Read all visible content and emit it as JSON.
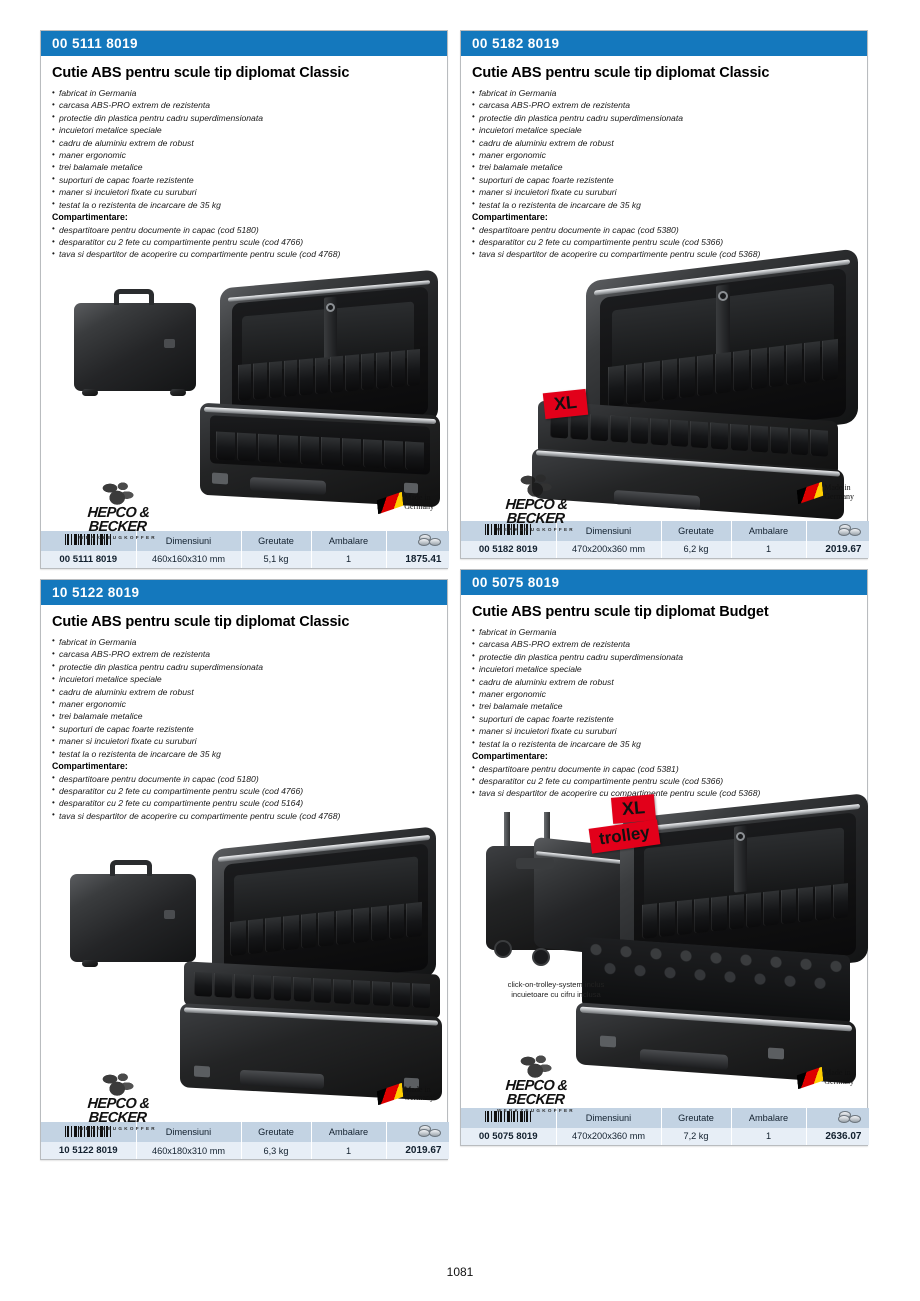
{
  "page": {
    "number": "1081"
  },
  "table_headers": {
    "code": "barcode-icon",
    "dimensions": "Dimensiuni",
    "weight": "Greutate",
    "packaging": "Ambalare",
    "price": "coins-icon"
  },
  "brand": {
    "logo_name": "HEPCO & BECKER",
    "logo_sub": "WERKZEUGKOFFER",
    "made_in_line1": "Made in",
    "made_in_line2": "Germany"
  },
  "badges": {
    "xl": "XL",
    "trolley": "trolley"
  },
  "colors": {
    "header_blue": "#1478bd",
    "table_header": "#c3d3e3",
    "table_row": "#e7eef6",
    "badge_red": "#e2001a"
  },
  "products": [
    {
      "code": "00 5111 8019",
      "title": "Cutie ABS pentru scule tip diplomat Classic",
      "features": [
        "fabricat in Germania",
        "carcasa ABS-PRO extrem de rezistenta",
        "protectie din plastica pentru cadru superdimensionata",
        "incuietori metalice speciale",
        "cadru de aluminiu extrem de robust",
        "maner ergonomic",
        "trei balamale metalice",
        "suporturi de capac foarte rezistente",
        "maner si incuietori fixate cu suruburi",
        "testat la o rezistenta de incarcare de 35 kg"
      ],
      "compartments_label": "Compartimentare:",
      "compartments": [
        "despartitoare pentru documente in capac (cod 5180)",
        "desparatitor cu 2 fete cu compartimente pentru scule (cod 4766)",
        "tava si despartitor de acoperire cu compartimente pentru scule (cod 4768)"
      ],
      "spec": {
        "code": "00 5111 8019",
        "dimensions": "460x160x310 mm",
        "weight": "5,1 kg",
        "packaging": "1",
        "price": "1875.41"
      }
    },
    {
      "code": "00 5182 8019",
      "title": "Cutie ABS pentru scule tip diplomat Classic",
      "features": [
        "fabricat in Germania",
        "carcasa ABS-PRO extrem de rezistenta",
        "protectie din plastica pentru cadru superdimensionata",
        "incuietori metalice speciale",
        "cadru de aluminiu extrem de robust",
        "maner ergonomic",
        "trei balamale metalice",
        "suporturi de capac foarte rezistente",
        "maner si incuietori fixate cu suruburi",
        "testat la o rezistenta de incarcare de 35 kg"
      ],
      "compartments_label": "Compartimentare:",
      "compartments": [
        "despartitoare pentru documente in capac (cod 5380)",
        "desparatitor cu 2 fete cu compartimente pentru scule (cod 5366)",
        "tava si despartitor de acoperire cu compartimente pentru scule (cod 5368)"
      ],
      "spec": {
        "code": "00 5182 8019",
        "dimensions": "470x200x360 mm",
        "weight": "6,2 kg",
        "packaging": "1",
        "price": "2019.67"
      }
    },
    {
      "code": "10 5122 8019",
      "title": "Cutie ABS pentru scule tip diplomat Classic",
      "features": [
        "fabricat in Germania",
        "carcasa ABS-PRO extrem de rezistenta",
        "protectie din plastica pentru cadru superdimensionata",
        "incuietori metalice speciale",
        "cadru de aluminiu extrem de robust",
        "maner ergonomic",
        "trei balamale metalice",
        "suporturi de capac foarte rezistente",
        "maner si incuietori fixate cu suruburi",
        "testat la o rezistenta de incarcare de 35 kg"
      ],
      "compartments_label": "Compartimentare:",
      "compartments": [
        "despartitoare pentru documente in capac (cod 5180)",
        "desparatitor cu 2 fete cu compartimente pentru scule (cod 4766)",
        "desparatitor cu 2 fete cu compartimente pentru scule (cod 5164)",
        "tava si despartitor de acoperire cu compartimente pentru scule (cod 4768)"
      ],
      "spec": {
        "code": "10 5122 8019",
        "dimensions": "460x180x310 mm",
        "weight": "6,3 kg",
        "packaging": "1",
        "price": "2019.67"
      }
    },
    {
      "code": "00 5075 8019",
      "title": "Cutie ABS pentru scule tip diplomat Budget",
      "features": [
        "fabricat in Germania",
        "carcasa ABS-PRO extrem de rezistenta",
        "protectie din plastica pentru cadru superdimensionata",
        "incuietori metalice speciale",
        "cadru de aluminiu extrem de robust",
        "maner ergonomic",
        "trei balamale metalice",
        "suporturi de capac foarte rezistente",
        "maner si incuietori fixate cu suruburi",
        "testat la o rezistenta de incarcare de 35 kg"
      ],
      "compartments_label": "Compartimentare:",
      "compartments": [
        "despartitoare pentru documente in capac (cod 5381)",
        "desparatitor cu 2 fete cu compartimente pentru scule (cod 5366)",
        "tava si despartitor de acoperire cu compartimente pentru scule (cod 5368)"
      ],
      "annotation_line1": "click-on-trolley-system inclus",
      "annotation_line2": "incuietoare cu cifru inclusa",
      "spec": {
        "code": "00 5075 8019",
        "dimensions": "470x200x360 mm",
        "weight": "7,2 kg",
        "packaging": "1",
        "price": "2636.07"
      }
    }
  ]
}
